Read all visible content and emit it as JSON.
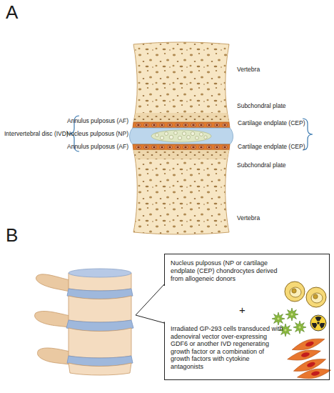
{
  "diagram": {
    "nodes": [
      {
        "text": [
          "Nucleus pulposus (NP or cartilage endplate (CEP) chondrocytes derived from allogeneic donors",
          "+",
          "Irradiated GP-293 cells transduced with adenoviral vector over-expressing GDF6 or another IVD regenerating growth factor or a combination of growth factors with cytokine antagonists"
        ]
      }
    ],
    "labels": [
      "A",
      "Vertebra",
      "Subchondral plate",
      "Intervertebral disc (IVD)",
      "Annulus pulposus (AF)",
      "Nucleus pulposus (NP)",
      "Cartilage endplate (CEP)",
      "Annulus pulposus (AF)",
      "Cartilage endplate (CEP)",
      "Subchondral plate",
      "Vertebra",
      "B"
    ]
  }
}
